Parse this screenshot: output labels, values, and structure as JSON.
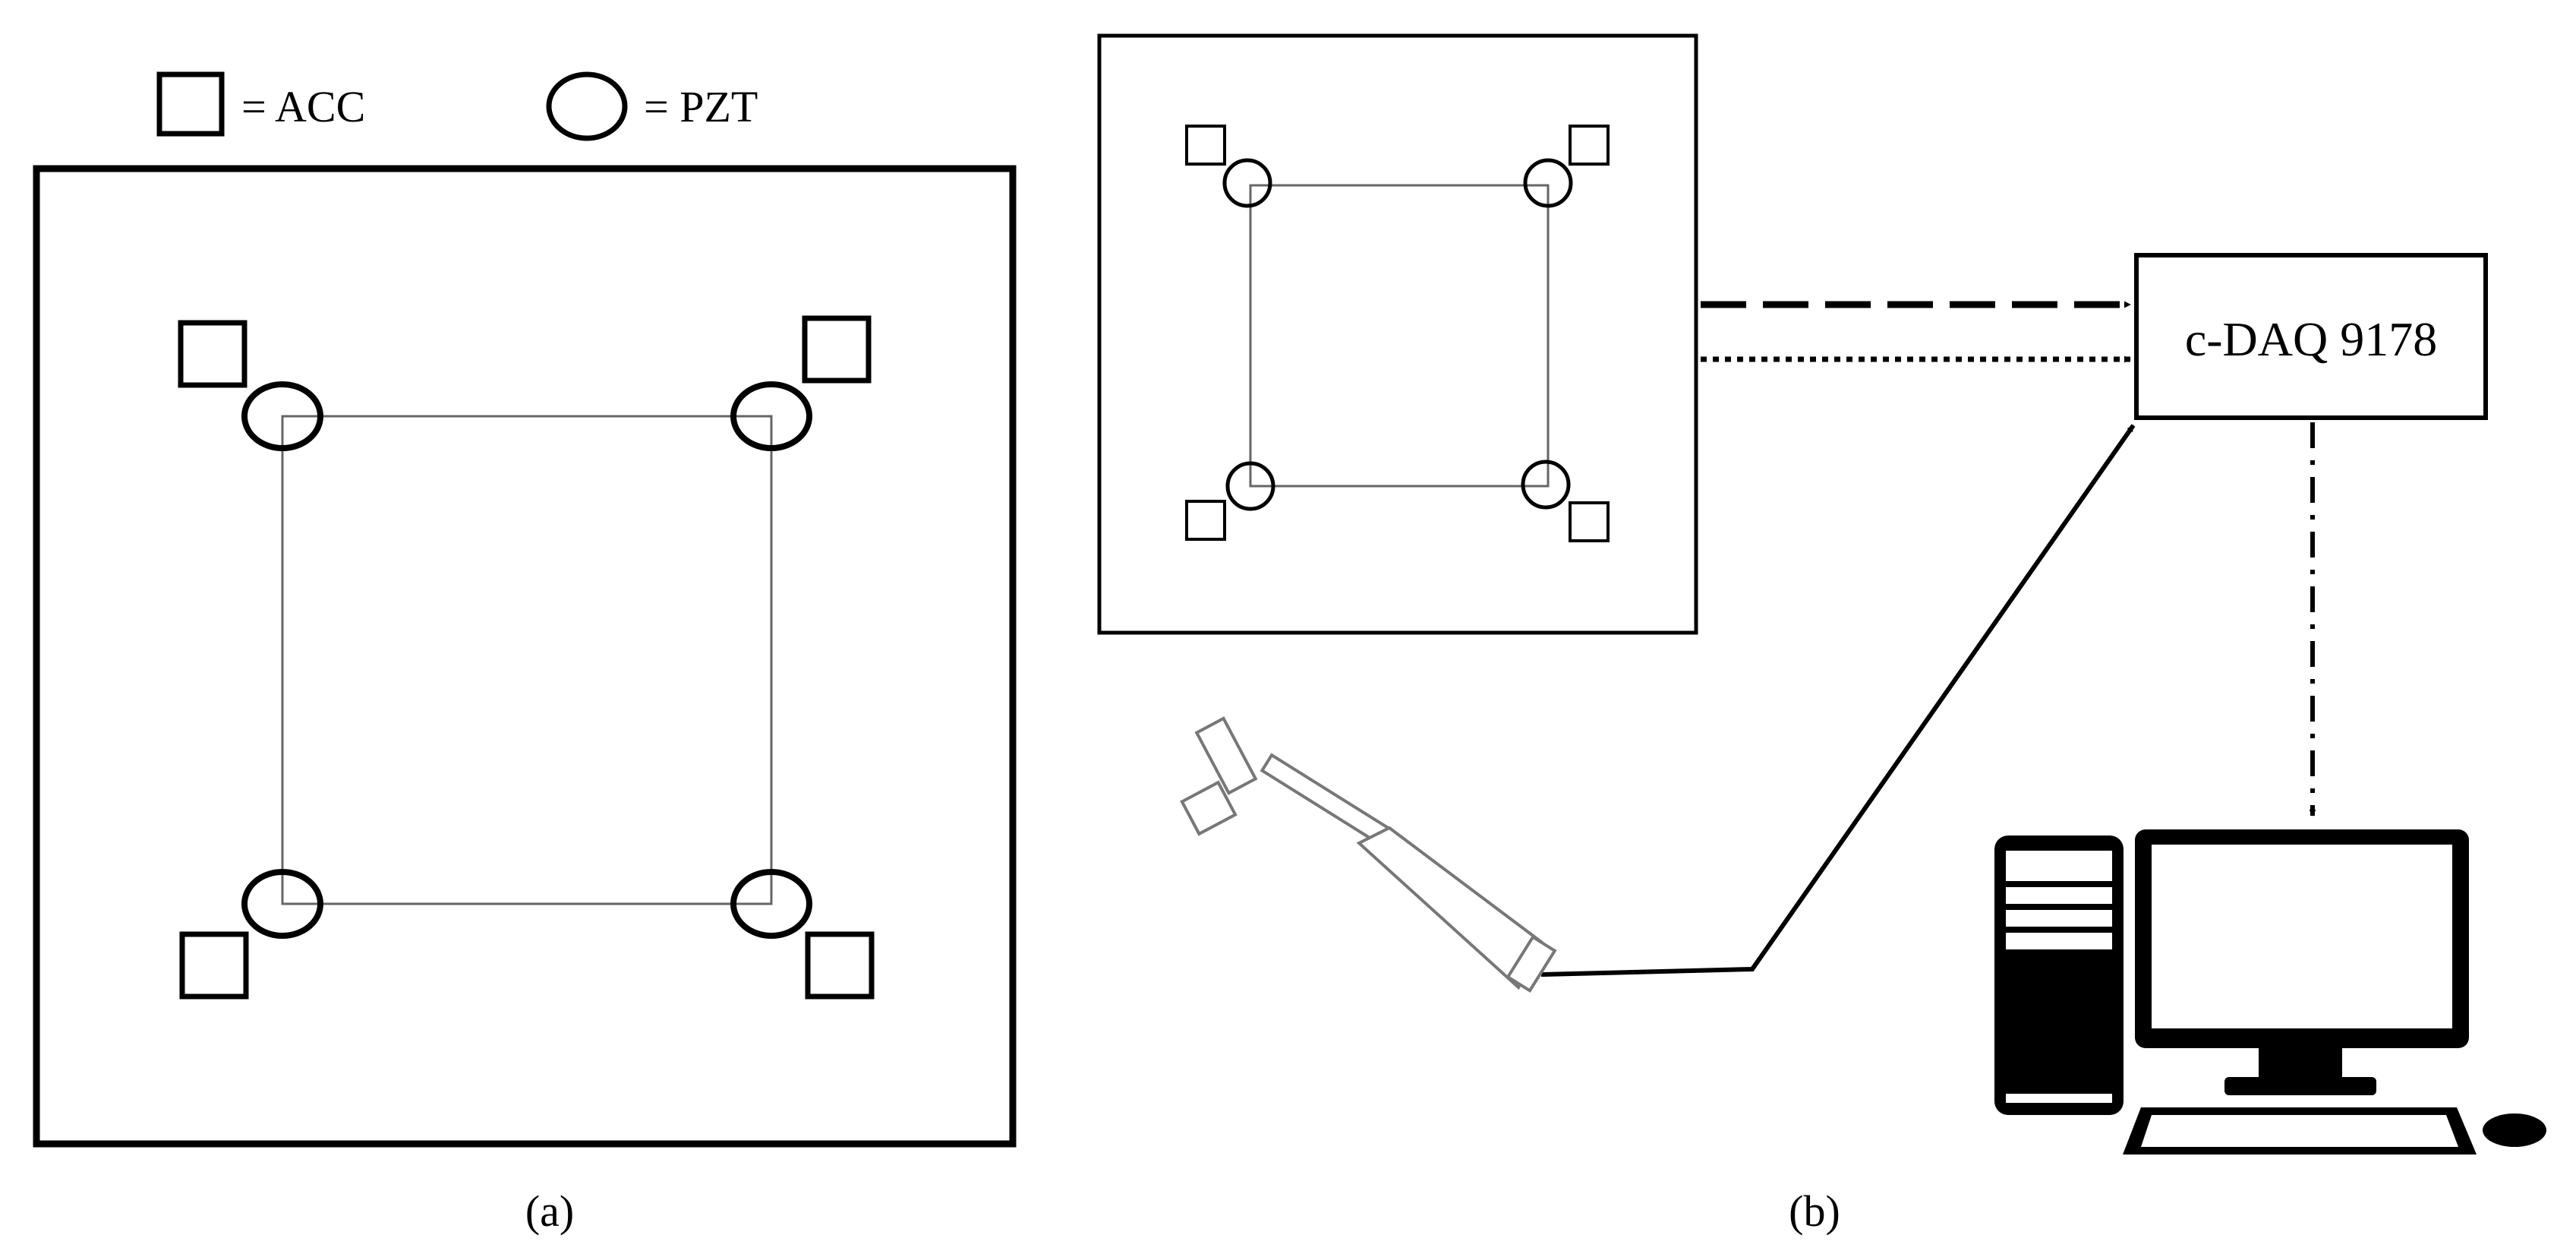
{
  "legend": {
    "acc_label": "= ACC",
    "pzt_label": "= PZT"
  },
  "panel_a": {
    "caption": "(a)"
  },
  "panel_b": {
    "caption": "(b)",
    "daq_label": "c-DAQ 9178"
  },
  "icons": {
    "accelerometer": "square-sensor-icon",
    "piezo": "circle-sensor-icon",
    "hammer": "impact-hammer-icon",
    "computer": "desktop-computer-icon"
  },
  "colors": {
    "stroke": "#000000",
    "thin_stroke": "#666666",
    "background": "#ffffff"
  }
}
